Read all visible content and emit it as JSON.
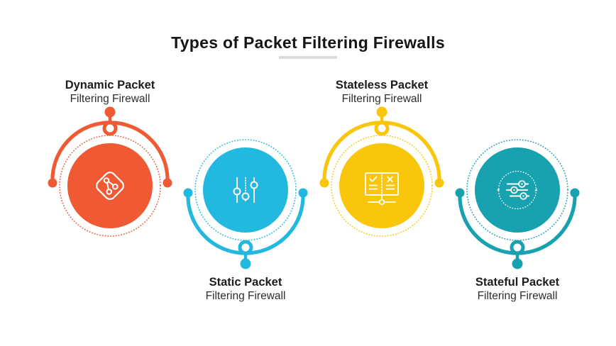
{
  "title": "Types of Packet Filtering Firewalls",
  "colors": {
    "background": "#FFFFFF",
    "title_text": "#151515",
    "divider": "#DBDBDB",
    "label_primary": "#1C1C1C",
    "label_secondary": "#2D2D2D"
  },
  "firewalls": [
    {
      "name_line1": "Dynamic Packet",
      "name_line2": "Filtering Firewall",
      "color": "#EF5A34",
      "icon": "git-branch-diamond-icon",
      "label_position": "top"
    },
    {
      "name_line1": "Static Packet",
      "name_line2": "Filtering Firewall",
      "color": "#22B8DF",
      "icon": "vertical-sliders-icon",
      "label_position": "bottom"
    },
    {
      "name_line1": "Stateless Packet",
      "name_line2": "Filtering Firewall",
      "color": "#F9C60B",
      "icon": "rule-list-icon",
      "label_position": "top"
    },
    {
      "name_line1": "Stateful Packet",
      "name_line2": "Filtering Firewall",
      "color": "#18A2B0",
      "icon": "state-sliders-cycle-icon",
      "label_position": "bottom"
    }
  ]
}
